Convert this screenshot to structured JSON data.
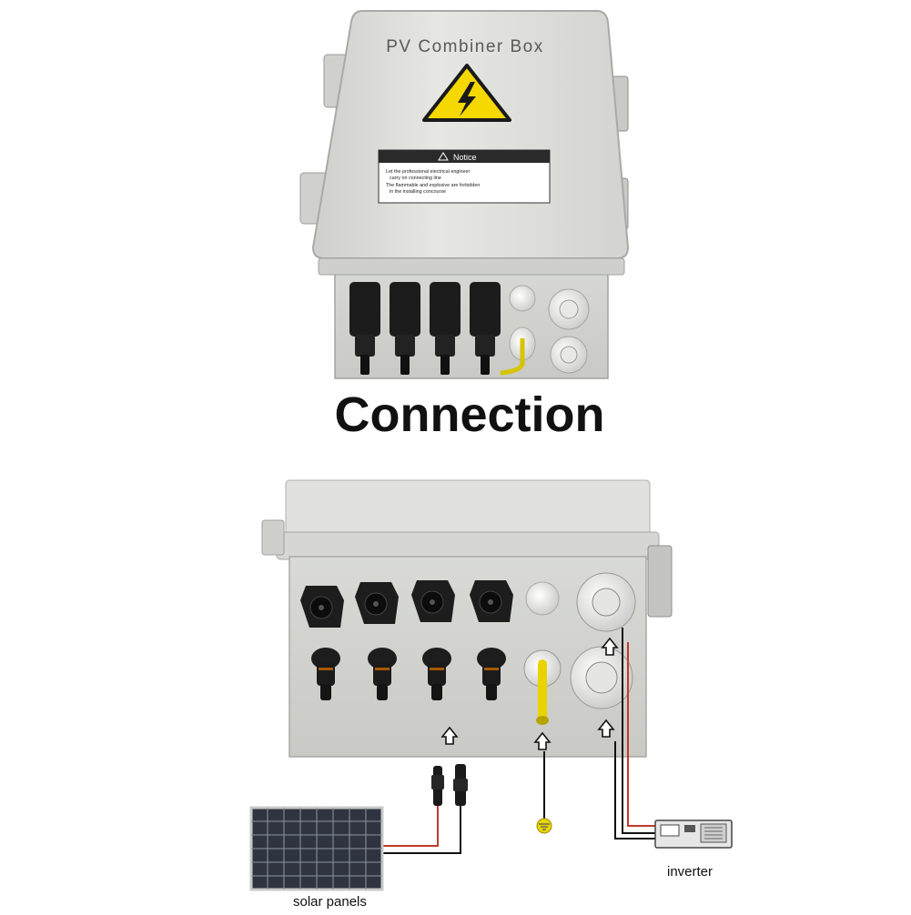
{
  "box_top": {
    "lid_title": "PV Combiner Box",
    "notice": {
      "heading": "Notice",
      "line1a": "Let the professional electrical engineer",
      "line1b": "carry on connecting line",
      "line2a": "The flammable and explosive are forbidden",
      "line2b": "in the installing concourse"
    }
  },
  "heading": "Connection",
  "diagram": {
    "solar_label": "solar panels",
    "inverter_label": "inverter"
  },
  "colors": {
    "enclosure": "#dadbd6",
    "connector": "#1c1c1c",
    "gland": "#f0f0ee",
    "warning_yellow": "#f5d800",
    "wire_red": "#c0392b",
    "ground_yellow": "#e8d400"
  }
}
